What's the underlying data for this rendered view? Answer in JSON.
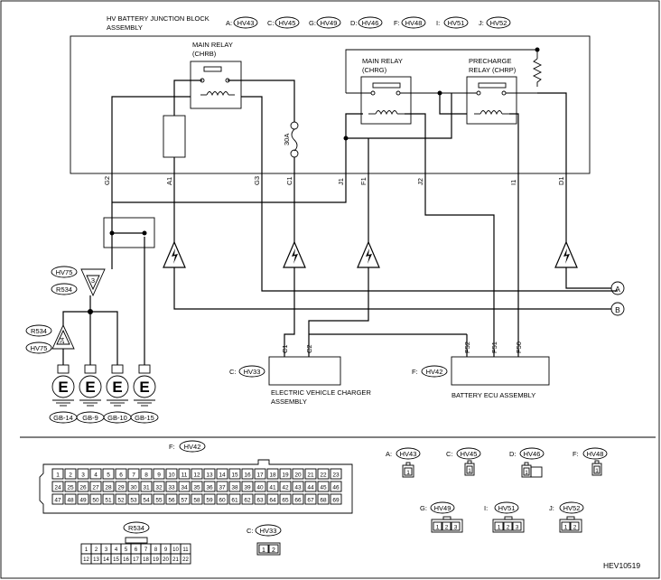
{
  "block": {
    "title": [
      "HV BATTERY JUNCTION BLOCK",
      "ASSEMBLY"
    ],
    "connectors": [
      {
        "letter": "A:",
        "code": "HV43"
      },
      {
        "letter": "C:",
        "code": "HV45"
      },
      {
        "letter": "G:",
        "code": "HV49"
      },
      {
        "letter": "D:",
        "code": "HV46"
      },
      {
        "letter": "F:",
        "code": "HV48"
      },
      {
        "letter": "I:",
        "code": "HV51"
      },
      {
        "letter": "J:",
        "code": "HV52"
      }
    ]
  },
  "relays": {
    "chrb": [
      "MAIN RELAY",
      "(CHRB)"
    ],
    "chrg": [
      "MAIN RELAY",
      "(CHRG)"
    ],
    "chrp": [
      "PRECHARGE",
      "RELAY (CHRP)"
    ]
  },
  "fuse_label": "30A",
  "pins": [
    "G2",
    "A1",
    "G3",
    "C1",
    "J1",
    "F1",
    "J2",
    "I1",
    "D1"
  ],
  "ground_boxes": [
    {
      "l1": "HV75",
      "l2": "R534",
      "tri": "3"
    },
    {
      "l1": "R534",
      "l2": "HV75",
      "tri": "24"
    }
  ],
  "grounds": [
    "GB-14",
    "GB-9",
    "GB-10",
    "GB-15"
  ],
  "ground_symbol": "E",
  "charger": {
    "pins": [
      "C1",
      "C2"
    ],
    "letter": "C:",
    "code": "HV33",
    "name": [
      "ELECTRIC VEHICLE CHARGER",
      "ASSEMBLY"
    ]
  },
  "ecu": {
    "pins": [
      "F52",
      "F51",
      "F50"
    ],
    "letter": "F:",
    "code": "HV42",
    "name": "BATTERY ECU ASSEMBLY"
  },
  "refs": [
    "A",
    "B"
  ],
  "bottom_connectors": {
    "f42": {
      "letter": "F:",
      "code": "HV42"
    },
    "r534": {
      "code": "R534"
    },
    "c33": {
      "letter": "C:",
      "code": "HV33",
      "pins": [
        "1",
        "2"
      ]
    },
    "small": [
      {
        "letter": "A:",
        "code": "HV43",
        "pins": [
          "1"
        ]
      },
      {
        "letter": "C:",
        "code": "HV45",
        "pins": [
          "1"
        ]
      },
      {
        "letter": "D:",
        "code": "HV46",
        "pins": [
          "1"
        ]
      },
      {
        "letter": "F:",
        "code": "HV48",
        "pins": [
          "1"
        ]
      },
      {
        "letter": "G:",
        "code": "HV49",
        "pins": [
          "1",
          "2",
          "3"
        ]
      },
      {
        "letter": "I:",
        "code": "HV51",
        "pins": [
          "1",
          "2",
          "3"
        ]
      },
      {
        "letter": "J:",
        "code": "HV52",
        "pins": [
          "1",
          "2"
        ]
      }
    ]
  },
  "figure_id": "HEV10519"
}
